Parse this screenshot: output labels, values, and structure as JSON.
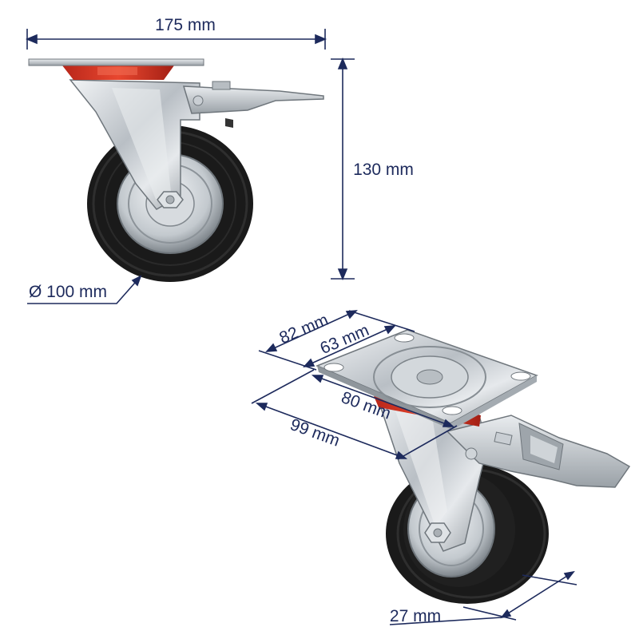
{
  "dimensions": {
    "width": "175 mm",
    "height": "130 mm",
    "wheel_diameter": "Ø 100 mm",
    "plate_width": "82 mm",
    "hole_spacing_width": "63 mm",
    "hole_spacing_length": "80 mm",
    "plate_length": "99 mm",
    "wheel_width": "27 mm"
  },
  "colors": {
    "dimension_line": "#1d2a5c",
    "tire": "#1a1a1a",
    "metal": "#c8cdd2",
    "plate_accent": "#d9321f"
  }
}
